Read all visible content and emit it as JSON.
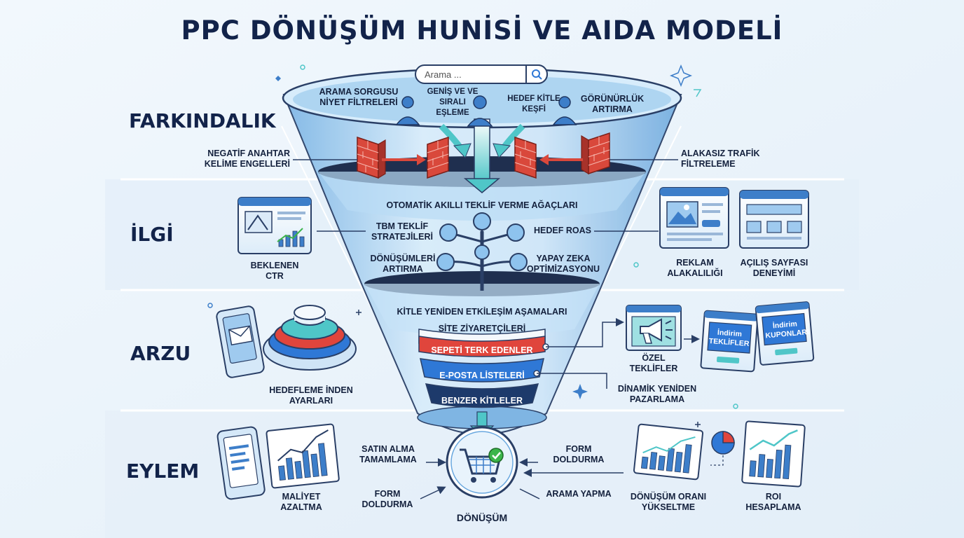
{
  "title": "PPC DÖNÜŞÜM HUNİSİ VE AIDA MODELİ",
  "stages": {
    "awareness": "FARKINDALIK",
    "interest": "İLGİ",
    "desire": "ARZU",
    "action": "EYLEM"
  },
  "search": {
    "placeholder": "Arama ..."
  },
  "awareness": {
    "query_filters": "ARAMA SORGUSU NİYET FİLTRELERİ",
    "broad_phrase": "GENİŞ VE VE SIRALI EŞLEME",
    "target_audience": "HEDEF KİTLE KEŞFİ",
    "visibility": "GÖRÜNÜRLÜK ARTIRMA",
    "negative_keywords": "NEGATİF ANAHTAR KELİME ENGELLERİ",
    "irrelevant_traffic": "ALAKASIZ TRAFİK FİLTRELEME"
  },
  "interest": {
    "smart_bidding": "OTOMATİK AKILLI TEKLİF VERME AĞAÇLARI",
    "tbm": "TBM TEKLİF STRATEJİLERİ",
    "target_roas": "HEDEF ROAS",
    "maximize_conversions": "DÖNÜŞÜMLERİ ARTIRMA",
    "ai_optimization": "YAPAY ZEKA OPTİMİZASYONU",
    "expected_ctr": "BEKLENEN CTR",
    "ad_relevance": "REKLAM ALAKALILIĞI",
    "landing_page": "AÇILIŞ SAYFASI DENEYİMİ"
  },
  "desire": {
    "retargeting_stages": "KİTLE YENİDEN ETKİLEŞİM AŞAMALARI",
    "layers": [
      "SİTE ZİYARETÇİLERİ",
      "SEPETİ TERK EDENLER",
      "E-POSTA LİSTELERİ",
      "BENZER KİTLELER"
    ],
    "targeting_settings": "HEDEFLEME İNDEN AYARLARI",
    "special_offers": "ÖZEL TEKLİFLER",
    "discount_offers": "İndirim TEKLİFLER",
    "discount_coupons": "İndirim KUPONLARI",
    "dynamic_remarketing": "DİNAMİK YENİDEN PAZARLAMA"
  },
  "action": {
    "purchase": "SATIN ALMA TAMAMLAMA",
    "form_fill_left": "FORM DOLDURMA",
    "form_fill_right": "FORM DOLDURMA",
    "search_action": "ARAMA YAPMA",
    "conversion": "DÖNÜŞÜM",
    "cost_reduction": "MALİYET AZALTMA",
    "conversion_rate": "DÖNÜŞÜM ORANI YÜKSELTME",
    "roi": "ROI HESAPLAMA"
  },
  "colors": {
    "navy": "#12234a",
    "funnel_light": "#cfe6f7",
    "funnel_mid": "#8fc3ea",
    "brick": "#d9483b",
    "layer_red": "#e0453c",
    "layer_blue": "#2f78d6",
    "layer_dark": "#1d3a6b",
    "arrow_teal": "#4fc6c8"
  },
  "icons": [
    "search-icon",
    "person-icon",
    "brick-wall-icon",
    "network-tree-icon",
    "browser-window-icon",
    "megaphone-icon",
    "envelope-phone-icon",
    "layered-disc-icon",
    "shopping-cart-icon",
    "check-icon",
    "bar-chart-icon",
    "pie-chart-icon",
    "sparkle-icon"
  ]
}
